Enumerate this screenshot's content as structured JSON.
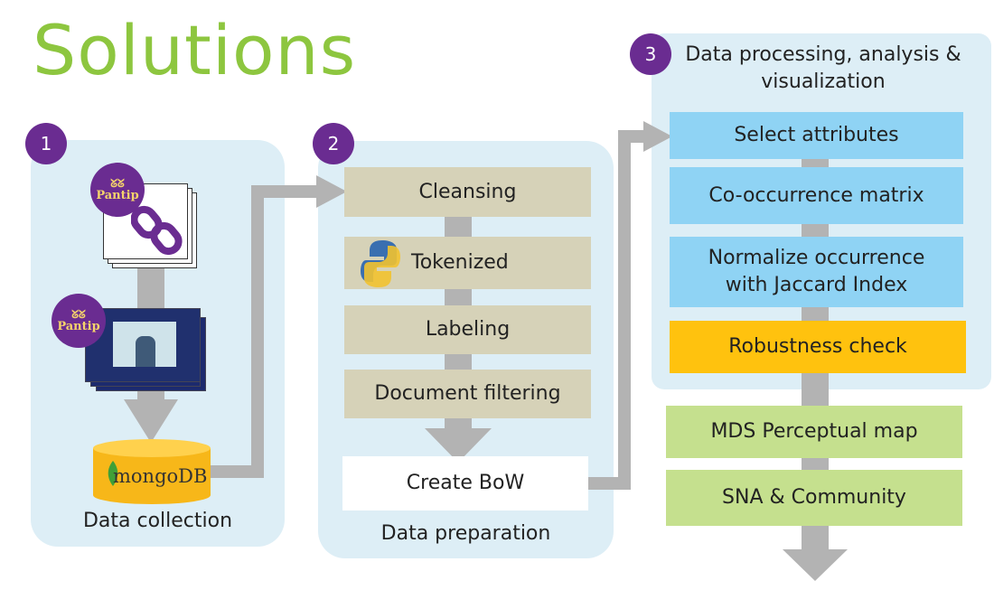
{
  "title": "Solutions",
  "panels": {
    "collection": {
      "badge": "1",
      "label": "Data collection",
      "logo_text": "mongoDB",
      "pantip_text": "Pantip"
    },
    "preparation": {
      "badge": "2",
      "label": "Data preparation",
      "steps": [
        "Cleansing",
        "Tokenized",
        "Labeling",
        "Document filtering"
      ],
      "output": "Create BoW"
    },
    "processing": {
      "badge": "3",
      "label": "Data processing, analysis & visualization",
      "steps": [
        "Select attributes",
        "Co-occurrence matrix",
        "Normalize occurrence with Jaccard Index"
      ],
      "check": "Robustness check",
      "outputs": [
        "MDS Perceptual map",
        "SNA & Community"
      ]
    }
  },
  "colors": {
    "title": "#8dc63f",
    "panel": "#ddeef6",
    "badge": "#6a2c91",
    "prep_step": "#d6d2b8",
    "proc_step": "#8fd3f4",
    "check": "#ffc20e",
    "output": "#c5e08e",
    "arrow": "#b3b3b3"
  }
}
